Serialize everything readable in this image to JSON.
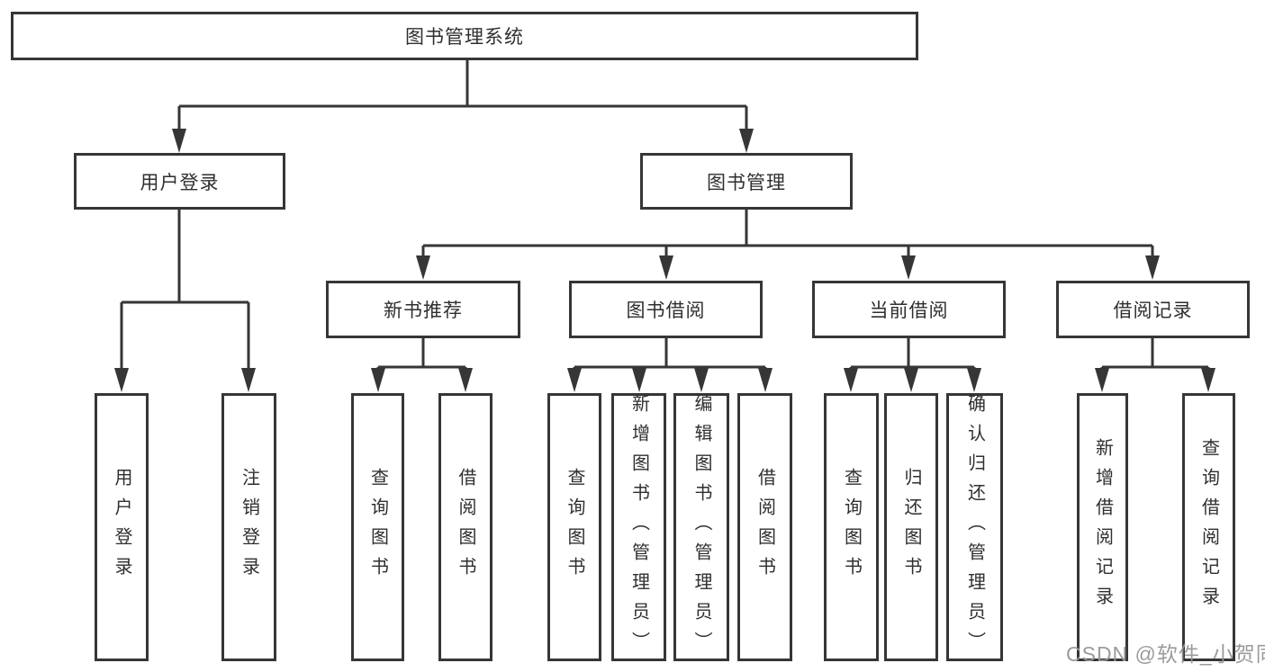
{
  "tree": {
    "label": "图书管理系统",
    "children": [
      {
        "label": "用户登录",
        "children": [
          {
            "label": "用户登录"
          },
          {
            "label": "注销登录"
          }
        ]
      },
      {
        "label": "图书管理",
        "children": [
          {
            "label": "新书推荐",
            "children": [
              {
                "label": "查询图书"
              },
              {
                "label": "借阅图书"
              }
            ]
          },
          {
            "label": "图书借阅",
            "children": [
              {
                "label": "查询图书"
              },
              {
                "label": "新增图书（管理员）"
              },
              {
                "label": "编辑图书（管理员）"
              },
              {
                "label": "借阅图书"
              }
            ]
          },
          {
            "label": "当前借阅",
            "children": [
              {
                "label": "查询图书"
              },
              {
                "label": "归还图书"
              },
              {
                "label": "确认归还（管理员）"
              }
            ]
          },
          {
            "label": "借阅记录",
            "children": [
              {
                "label": "新增借阅记录"
              },
              {
                "label": "查询借阅记录"
              }
            ]
          }
        ]
      }
    ]
  },
  "watermark": "CSDN @软件_小贺同学",
  "colors": {
    "line": "#363636",
    "text": "#2f2f2f",
    "background": "#ffffff",
    "watermark": "#969696"
  }
}
